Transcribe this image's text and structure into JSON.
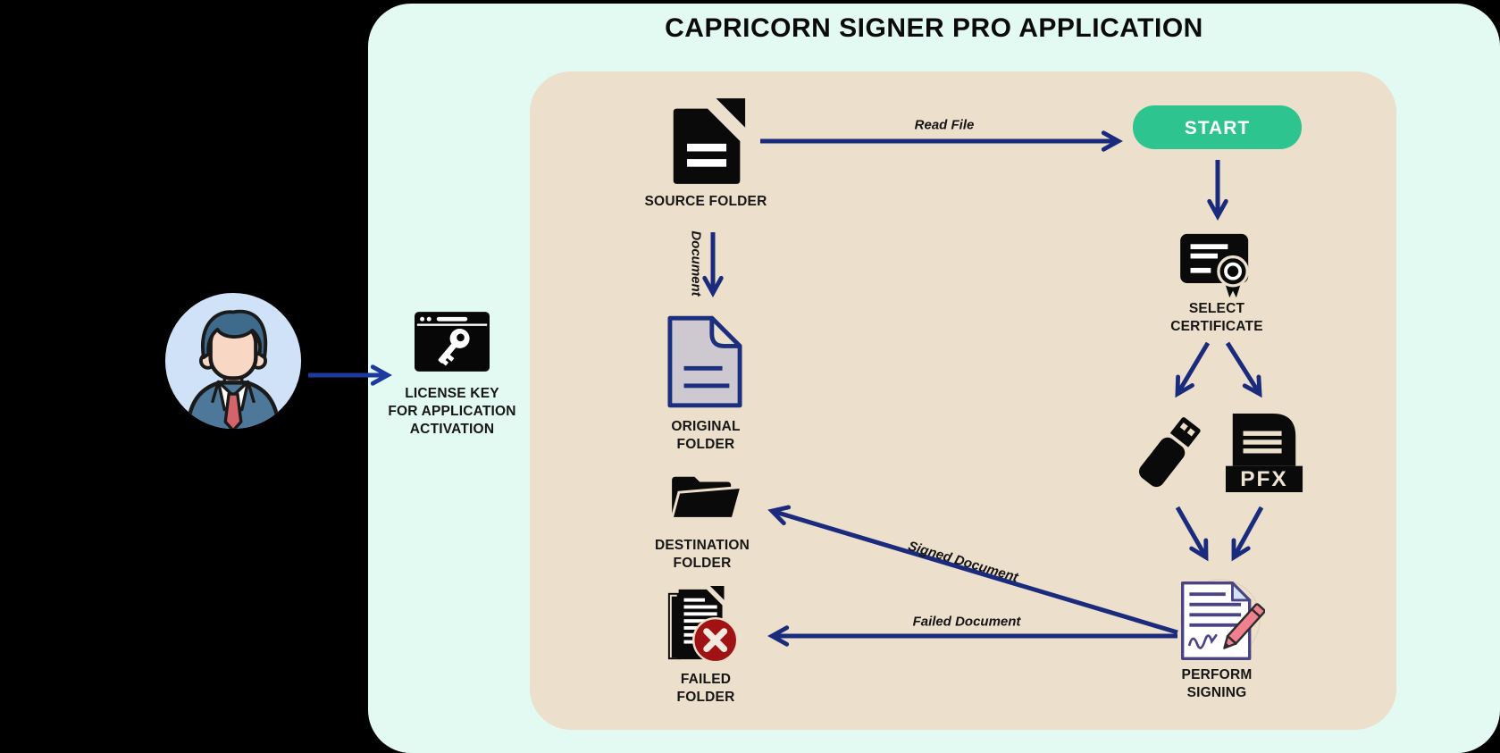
{
  "title": "CAPRICORN SIGNER PRO APPLICATION",
  "colors": {
    "background": "#000000",
    "mint_panel": "#E2FAF1",
    "tan_panel": "#ECDFCB",
    "arrow_navy": "#1A2B7D",
    "start_green": "#2EC48F",
    "start_text": "#FFFFFF",
    "label_text": "#161616",
    "error_red": "#A01214",
    "doc_purple": "#4A4486",
    "pen_pink": "#F0808E",
    "avatar_circle_blue": "#CFE2F7",
    "original_doc_gray": "#CEC8D0",
    "original_doc_outline": "#1B2F7E"
  },
  "license": {
    "label": "LICENSE KEY\nFOR APPLICATION\nACTIVATION"
  },
  "nodes": {
    "source_folder": {
      "label": "SOURCE FOLDER"
    },
    "start": {
      "label": "START"
    },
    "select_certificate": {
      "label": "SELECT\nCERTIFICATE"
    },
    "pfx_file": {
      "badge": "PFX"
    },
    "original_folder": {
      "label": "ORIGINAL\nFOLDER"
    },
    "destination_folder": {
      "label": "DESTINATION\nFOLDER"
    },
    "failed_folder": {
      "label": "FAILED\nFOLDER"
    },
    "perform_signing": {
      "label": "PERFORM\nSIGNING"
    }
  },
  "edges": {
    "read_file": "Read File",
    "document": "Document",
    "signed_document": "Signed Document",
    "failed_document": "Failed Document"
  }
}
